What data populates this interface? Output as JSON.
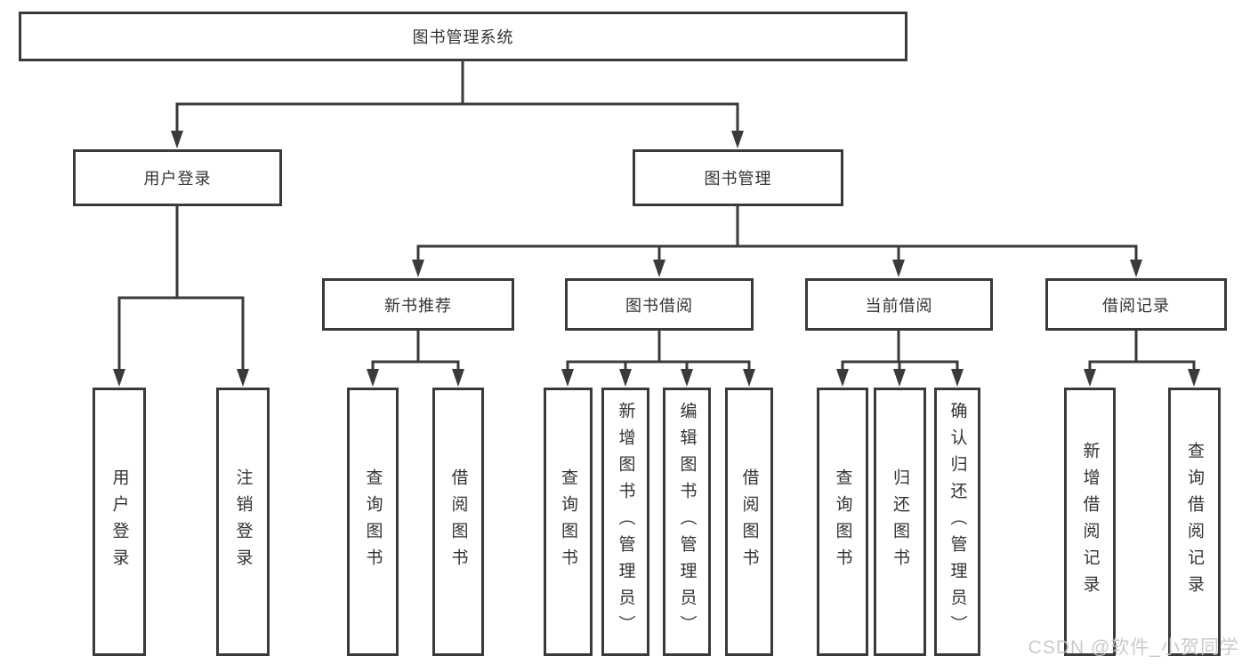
{
  "colors": {
    "line": "#3a3a3a",
    "text": "#333333",
    "background": "#ffffff",
    "watermark": "#c6c6c6"
  },
  "watermark": {
    "text": "CSDN @软件_小贺同学"
  },
  "tree": {
    "root": {
      "label": "图书管理系统",
      "children": [
        {
          "label": "用户登录",
          "children": [
            {
              "label": "用户登录"
            },
            {
              "label": "注销登录"
            }
          ]
        },
        {
          "label": "图书管理",
          "children": [
            {
              "label": "新书推荐",
              "children": [
                {
                  "label": "查询图书"
                },
                {
                  "label": "借阅图书"
                }
              ]
            },
            {
              "label": "图书借阅",
              "children": [
                {
                  "label": "查询图书"
                },
                {
                  "label": "新增图书（管理员）"
                },
                {
                  "label": "编辑图书（管理员）"
                },
                {
                  "label": "借阅图书"
                }
              ]
            },
            {
              "label": "当前借阅",
              "children": [
                {
                  "label": "查询图书"
                },
                {
                  "label": "归还图书"
                },
                {
                  "label": "确认归还（管理员）"
                }
              ]
            },
            {
              "label": "借阅记录",
              "children": [
                {
                  "label": "新增借阅记录"
                },
                {
                  "label": "查询借阅记录"
                }
              ]
            }
          ]
        }
      ]
    }
  }
}
